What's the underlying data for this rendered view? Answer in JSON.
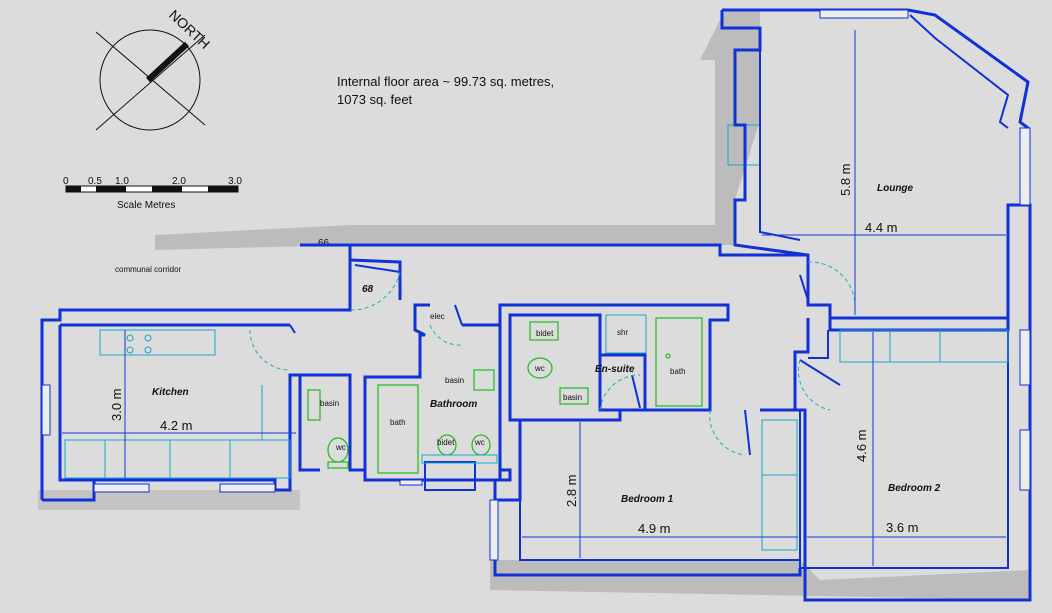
{
  "north_label": "NORTH",
  "area": {
    "line1": "Internal floor area ~ 99.73 sq. metres,",
    "line2": "1073 sq. feet"
  },
  "scale": {
    "ticks": [
      "0",
      "0.5",
      "1.0",
      "2.0",
      "3.0"
    ],
    "caption": "Scale Metres"
  },
  "labels": {
    "communal_corridor": "communal corridor",
    "unit_66": "66",
    "unit_68": "68",
    "elec": "elec",
    "shr": "shr",
    "bidet": "bidet",
    "wc": "wc",
    "basin": "basin",
    "bath": "bath"
  },
  "rooms": {
    "lounge": "Lounge",
    "kitchen": "Kitchen",
    "bathroom": "Bathroom",
    "ensuite": "En-suite",
    "bedroom1": "Bedroom  1",
    "bedroom2": "Bedroom  2"
  },
  "dimensions": {
    "lounge_h": "5.8 m",
    "lounge_w": "4.4 m",
    "kitchen_h": "3.0 m",
    "kitchen_w": "4.2 m",
    "bed1_h": "2.8 m",
    "bed1_w": "4.9 m",
    "bed2_h": "4.6 m",
    "bed2_w": "3.6 m"
  },
  "colors": {
    "wall": "#1030d8",
    "fixture": "#1aa6c8",
    "sanitary": "#1fb81f",
    "background": "#dcdcdc",
    "outside": "#bcbcbc"
  }
}
